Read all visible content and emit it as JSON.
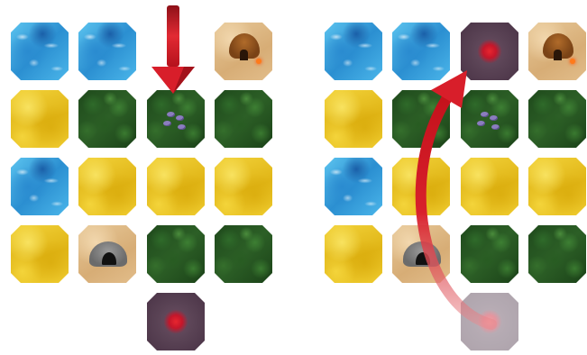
{
  "board_left": {
    "rows": [
      [
        "water",
        "water",
        "empty",
        "hut"
      ],
      [
        "desert",
        "forest",
        "forest-stones",
        "forest"
      ],
      [
        "water",
        "desert",
        "desert",
        "desert"
      ],
      [
        "desert",
        "cave",
        "forest",
        "forest"
      ]
    ],
    "incoming_tile": "volcano"
  },
  "board_right": {
    "rows": [
      [
        "water",
        "water",
        "volcano",
        "hut"
      ],
      [
        "desert",
        "forest",
        "forest-stones",
        "forest"
      ],
      [
        "water",
        "desert",
        "desert",
        "desert"
      ],
      [
        "desert",
        "cave",
        "forest",
        "forest"
      ]
    ],
    "origin_tile": "volcano-faded"
  },
  "arrows": {
    "down_arrow_color": "#d81e2a",
    "curved_arrow_color": "#d81e2a"
  }
}
